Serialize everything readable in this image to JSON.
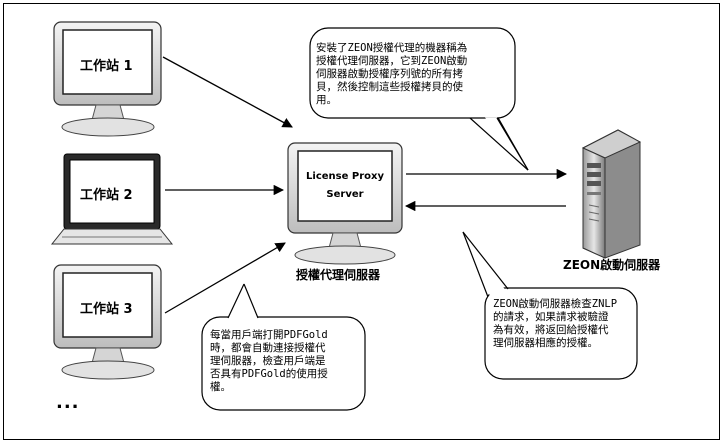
{
  "workstations": [
    {
      "label": "工作站 1"
    },
    {
      "label": "工作站 2"
    },
    {
      "label": "工作站 3"
    }
  ],
  "more_indicator": "...",
  "proxy": {
    "screen_lines": [
      "License Proxy",
      "Server"
    ],
    "caption": "授權代理伺服器"
  },
  "server": {
    "caption": "ZEON啟動伺服器"
  },
  "bubbles": {
    "top": "安裝了ZEON授權代理的機器稱為\n授權代理伺服器，它到ZEON啟動\n伺服器啟動授權序列號的所有拷\n貝，然後控制這些授權拷貝的使\n用。",
    "bottom_left": "每當用戶端打開PDFGold\n時，都會自動連接授權代\n理伺服器，檢查用戶端是\n否具有PDFGold的使用授\n權。",
    "bottom_right": "ZEON啟動伺服器檢查ZNLP\n的請求，如果請求被驗證\n為有效，將返回給授權代\n理伺服器相應的授權。"
  },
  "colors": {
    "line": "#000000",
    "background": "#ffffff"
  }
}
